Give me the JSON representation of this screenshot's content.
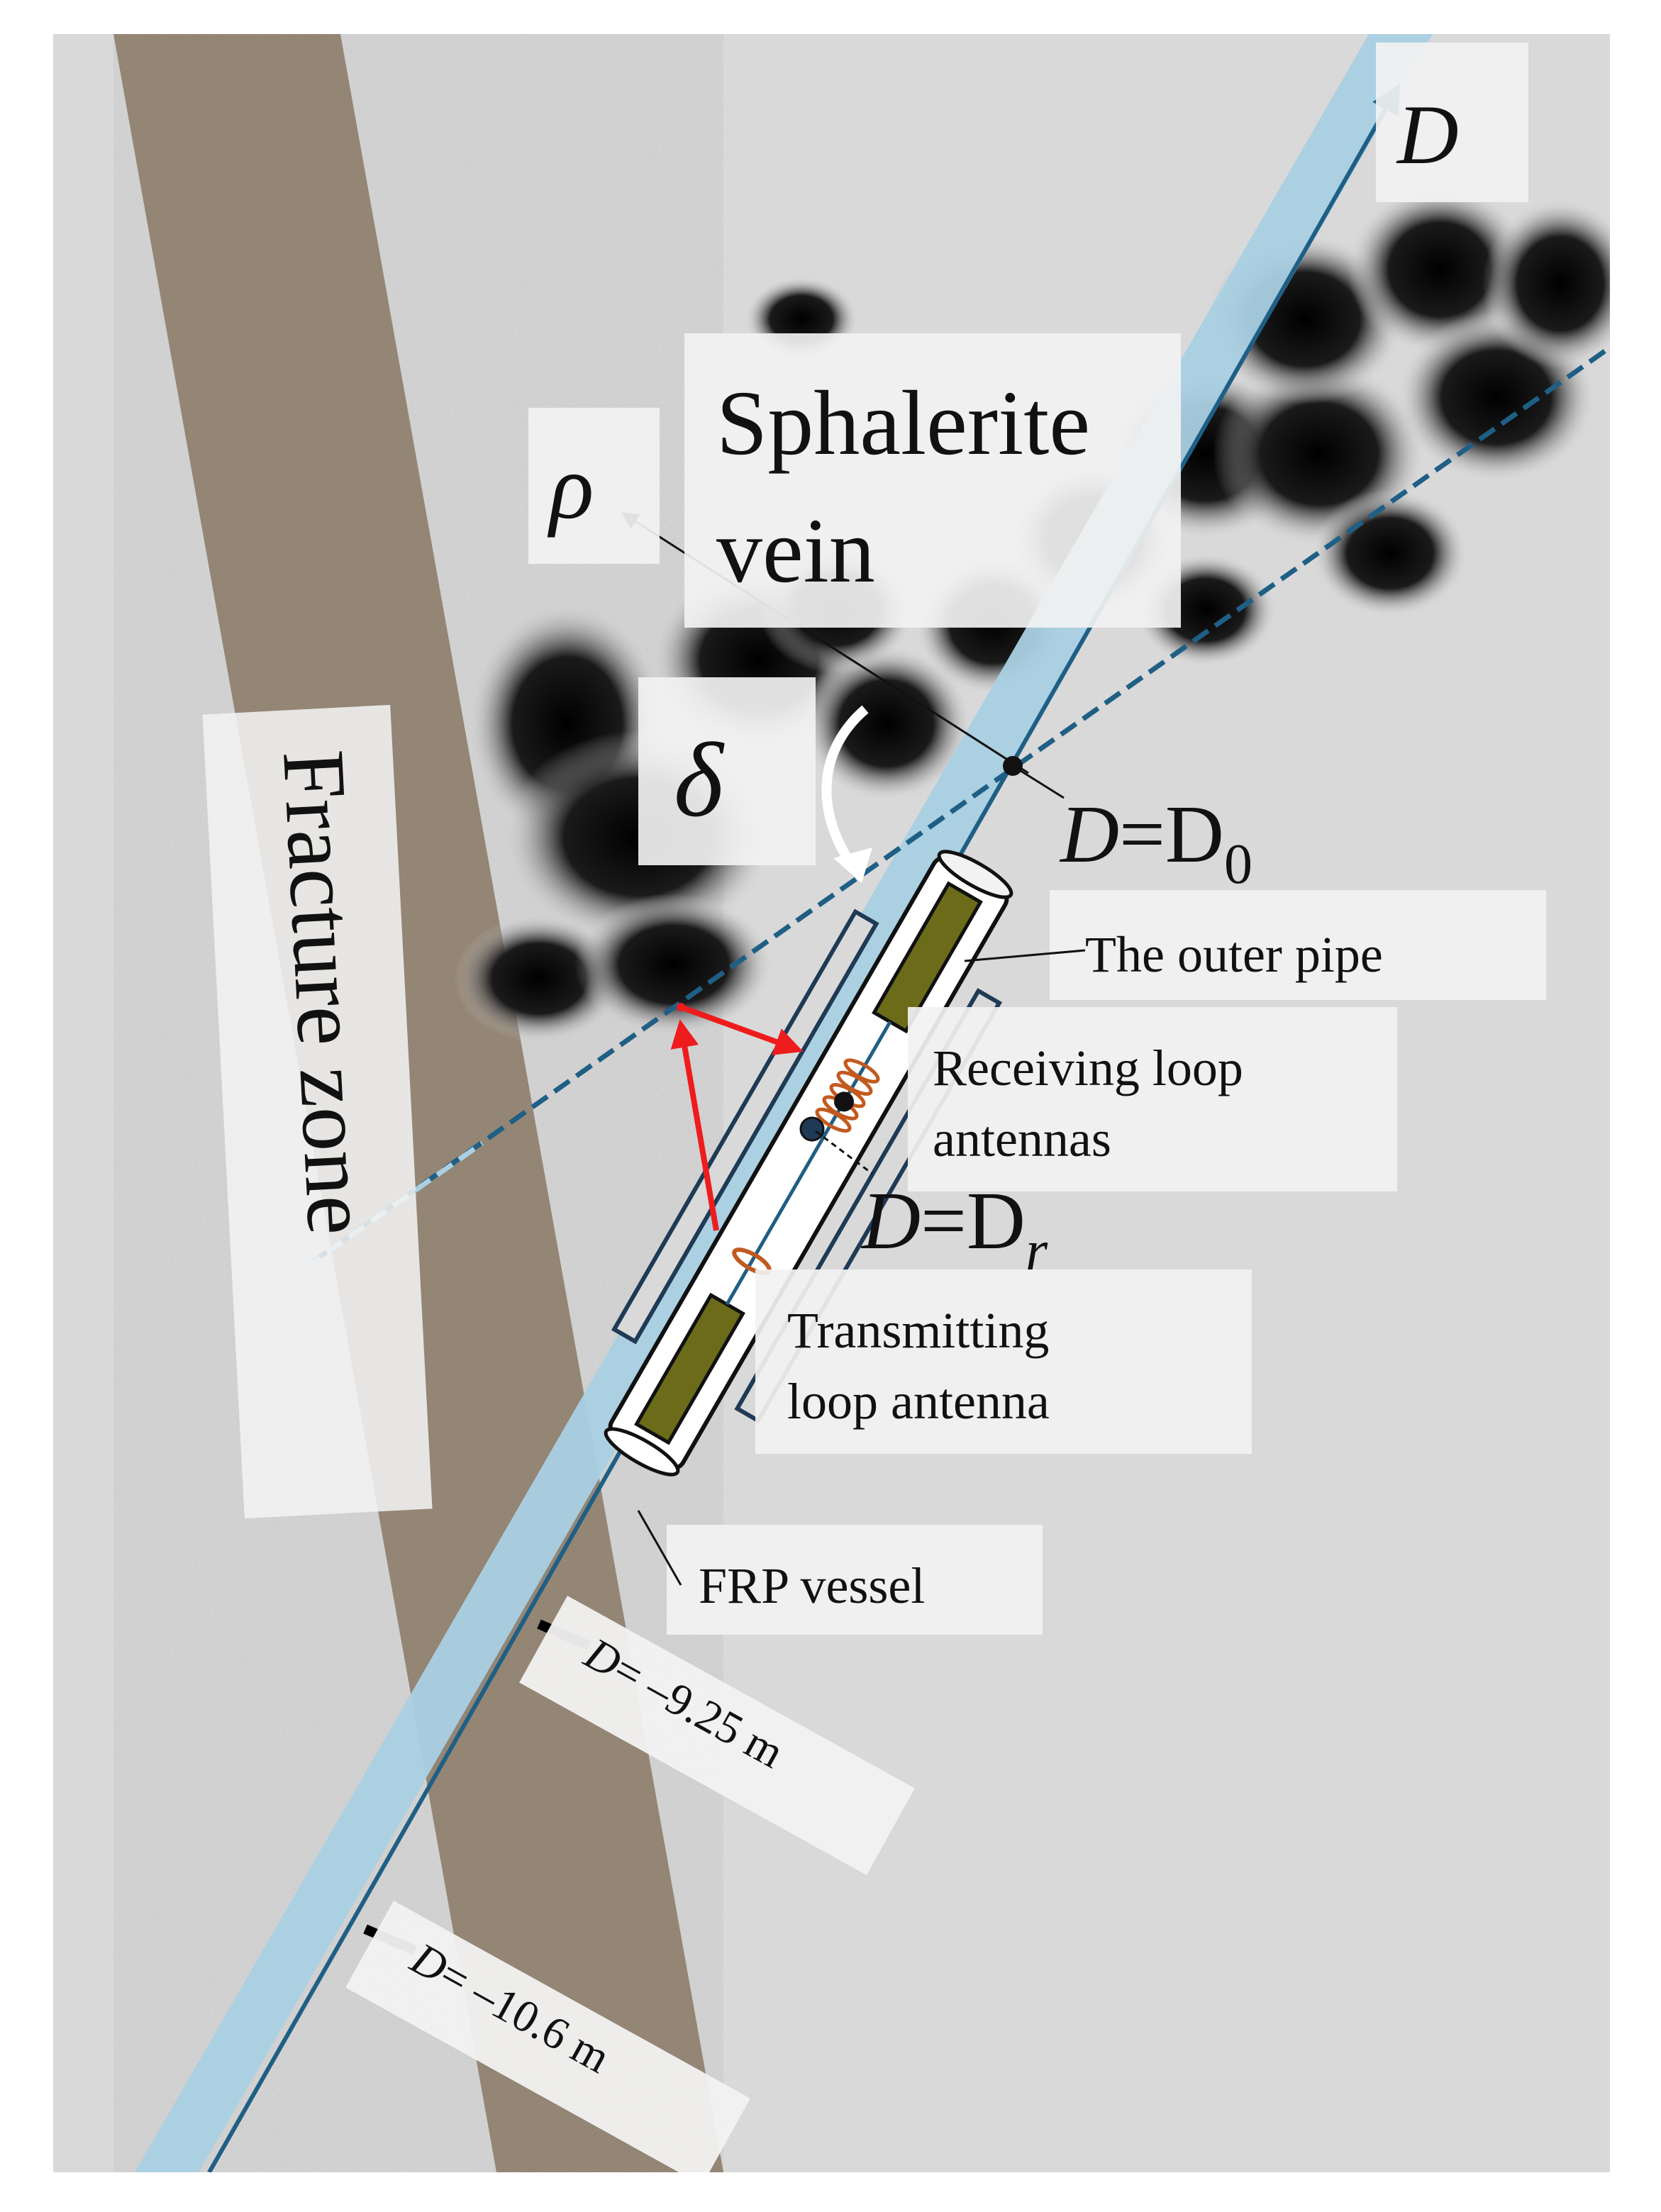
{
  "labels": {
    "axis_d": "D",
    "sphalerite_line1": "Sphalerite",
    "sphalerite_line2": "vein",
    "rho": "ρ",
    "delta": "δ",
    "d0_prefix": "D",
    "d0_eq": "=D",
    "d0_sub": "0",
    "outer_pipe": "The outer pipe",
    "receiving_line1": "Receiving loop",
    "receiving_line2": "antennas",
    "dr_prefix": "D",
    "dr_eq": "=D",
    "dr_sub": "r",
    "transmitting_line1": "Transmitting",
    "transmitting_line2": "loop antenna",
    "fracture_zone": "Fracture zone",
    "frp_vessel": "FRP vessel",
    "marker1_d": "D",
    "marker1_value": "= –9.25 m",
    "marker2_d": "D",
    "marker2_value": "= –10.6 m"
  },
  "colors": {
    "background": "#d9d9d9",
    "fracture_zone": "#9e8f7d",
    "borehole": "#a9d0e3",
    "borehole_axis": "#1f5f85",
    "vein_boundary": "#1f5f85",
    "rock": "#111111",
    "ray": "#ee1c1c",
    "antenna_core": "#6b6b1a",
    "coil": "#c25a1f",
    "label_box": "#f2f2f2"
  },
  "icons": [
    "arrow-up-icon",
    "curved-arrow-icon",
    "ray-arrow-icon"
  ]
}
